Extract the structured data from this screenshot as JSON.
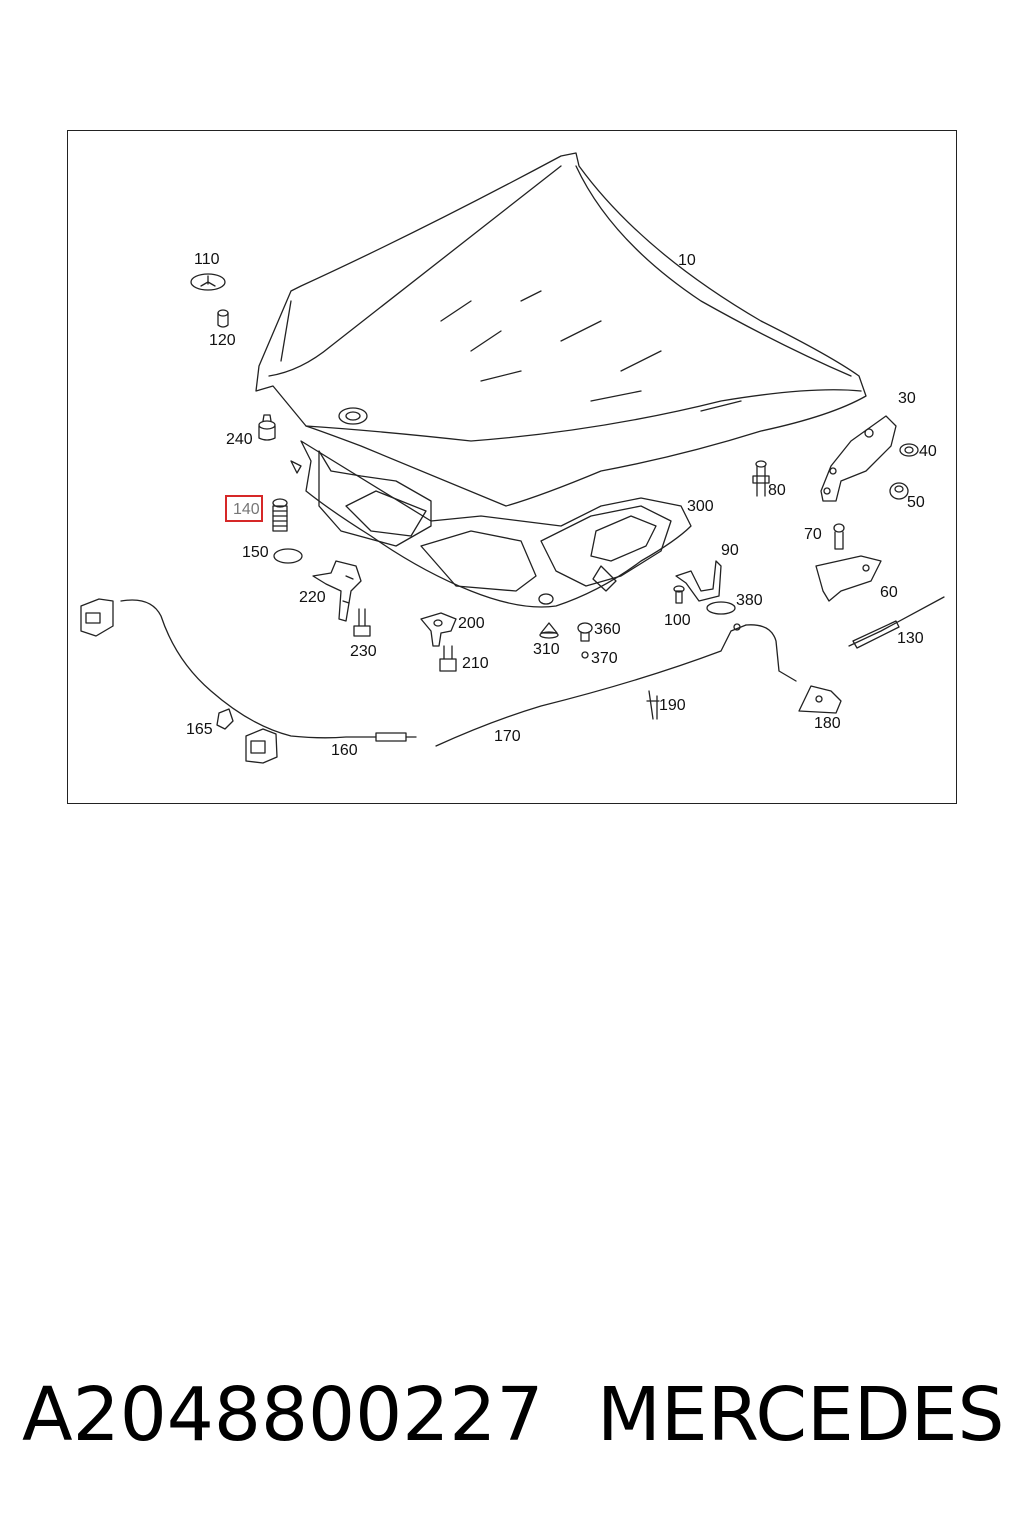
{
  "diagram": {
    "callouts": {
      "c10": "10",
      "c30": "30",
      "c40": "40",
      "c50": "50",
      "c60": "60",
      "c70": "70",
      "c80": "80",
      "c90": "90",
      "c100": "100",
      "c110": "110",
      "c120": "120",
      "c130": "130",
      "c140": "140",
      "c150": "150",
      "c160": "160",
      "c165": "165",
      "c170": "170",
      "c180": "180",
      "c190": "190",
      "c200": "200",
      "c210": "210",
      "c220": "220",
      "c230": "230",
      "c240": "240",
      "c300": "300",
      "c310": "310",
      "c360": "360",
      "c370": "370",
      "c380": "380"
    },
    "highlighted_part": "140",
    "highlight_color": "#d62828"
  },
  "footer": {
    "part_number": "A2048800227",
    "brand": "MERCEDES"
  }
}
